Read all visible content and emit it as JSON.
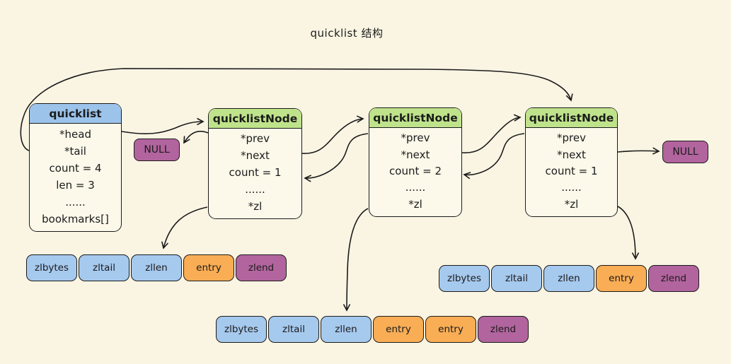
{
  "title": "quicklist 结构",
  "colors": {
    "background": "#faf5e3",
    "blue": "#9cc3ea",
    "green": "#bfe38b",
    "orange": "#f9ad55",
    "purple": "#b2649e",
    "ink": "#1b1b1b"
  },
  "quicklist": {
    "header": "quicklist",
    "fields": [
      "*head",
      "*tail",
      "count = 4",
      "len = 3",
      "......",
      "bookmarks[]"
    ]
  },
  "nodes": [
    {
      "header": "quicklistNode",
      "fields": [
        "*prev",
        "*next",
        "count = 1",
        "......",
        "*zl"
      ]
    },
    {
      "header": "quicklistNode",
      "fields": [
        "*prev",
        "*next",
        "count = 2",
        "......",
        "*zl"
      ]
    },
    {
      "header": "quicklistNode",
      "fields": [
        "*prev",
        "*next",
        "count = 1",
        "......",
        "*zl"
      ]
    }
  ],
  "nulls": {
    "left": "NULL",
    "right": "NULL"
  },
  "ziplists": [
    {
      "cells": [
        "zlbytes",
        "zltail",
        "zllen",
        "entry",
        "zlend"
      ]
    },
    {
      "cells": [
        "zlbytes",
        "zltail",
        "zllen",
        "entry",
        "entry",
        "zlend"
      ]
    },
    {
      "cells": [
        "zlbytes",
        "zltail",
        "zllen",
        "entry",
        "zlend"
      ]
    }
  ],
  "edges": [
    "quicklist.*tail -> quicklistNode3 (top arc)",
    "quicklist.*head -> quicklistNode1",
    "quicklistNode1.*prev -> NULL",
    "quicklistNode1.*next -> quicklistNode2",
    "quicklistNode2.*prev -> quicklistNode1",
    "quicklistNode2.*next -> quicklistNode3",
    "quicklistNode3.*prev -> quicklistNode2",
    "quicklistNode3.*next -> NULL",
    "quicklistNode1.*zl -> ziplist1",
    "quicklistNode2.*zl -> ziplist2",
    "quicklistNode3.*zl -> ziplist3"
  ]
}
